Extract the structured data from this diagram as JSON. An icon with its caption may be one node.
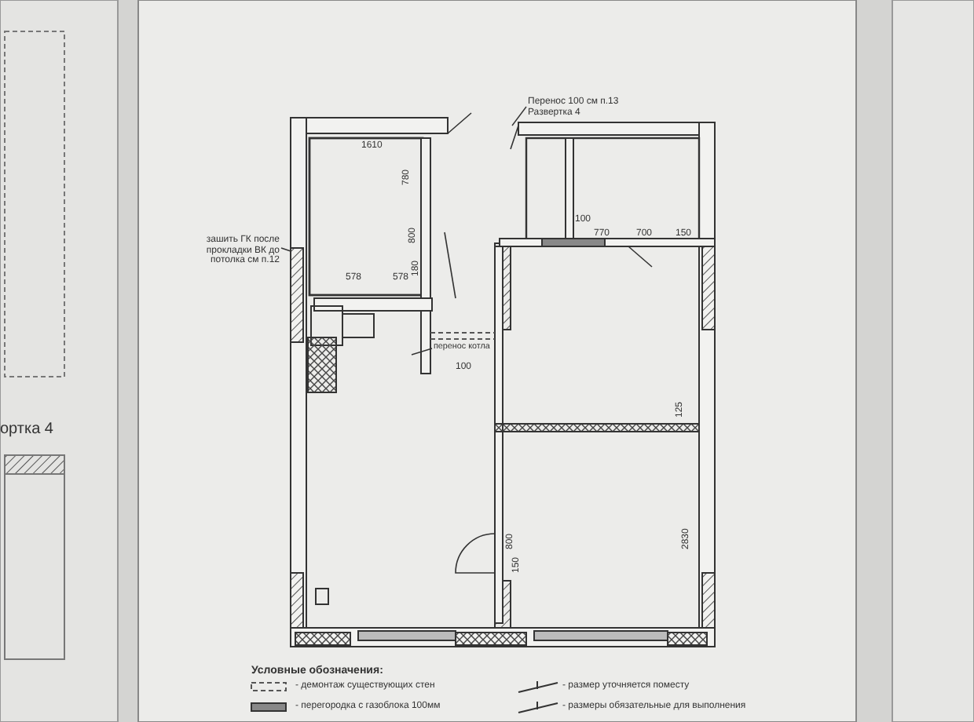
{
  "diagram": {
    "nodes": [
      {
        "text": [
          "Перенос 100 см п.13",
          "Развертка 4"
        ]
      },
      {
        "text": [
          "зашить ГК после прокладки ВК до потолка см п.12"
        ]
      },
      {
        "text": [
          "перенос котла"
        ]
      }
    ],
    "edges": [
      {
        "from": 0,
        "to": null,
        "arrow": "none"
      },
      {
        "from": 1,
        "to": null,
        "arrow": "none"
      },
      {
        "from": 2,
        "to": null,
        "arrow": "none"
      }
    ],
    "labels": [
      "1610",
      "780",
      "800",
      "578",
      "578",
      "180",
      "100",
      "100",
      "770",
      "700",
      "150",
      "ортка 4",
      "125",
      "800",
      "2830",
      "150",
      "Условные обозначения:"
    ],
    "legend": [
      {
        "text": "- демонтаж существующих стен"
      },
      {
        "text": "- перегородка с газоблока 100мм"
      },
      {
        "text": "- размер уточняется поместу"
      },
      {
        "text": "- размеры обязательные для выполнения"
      }
    ]
  }
}
